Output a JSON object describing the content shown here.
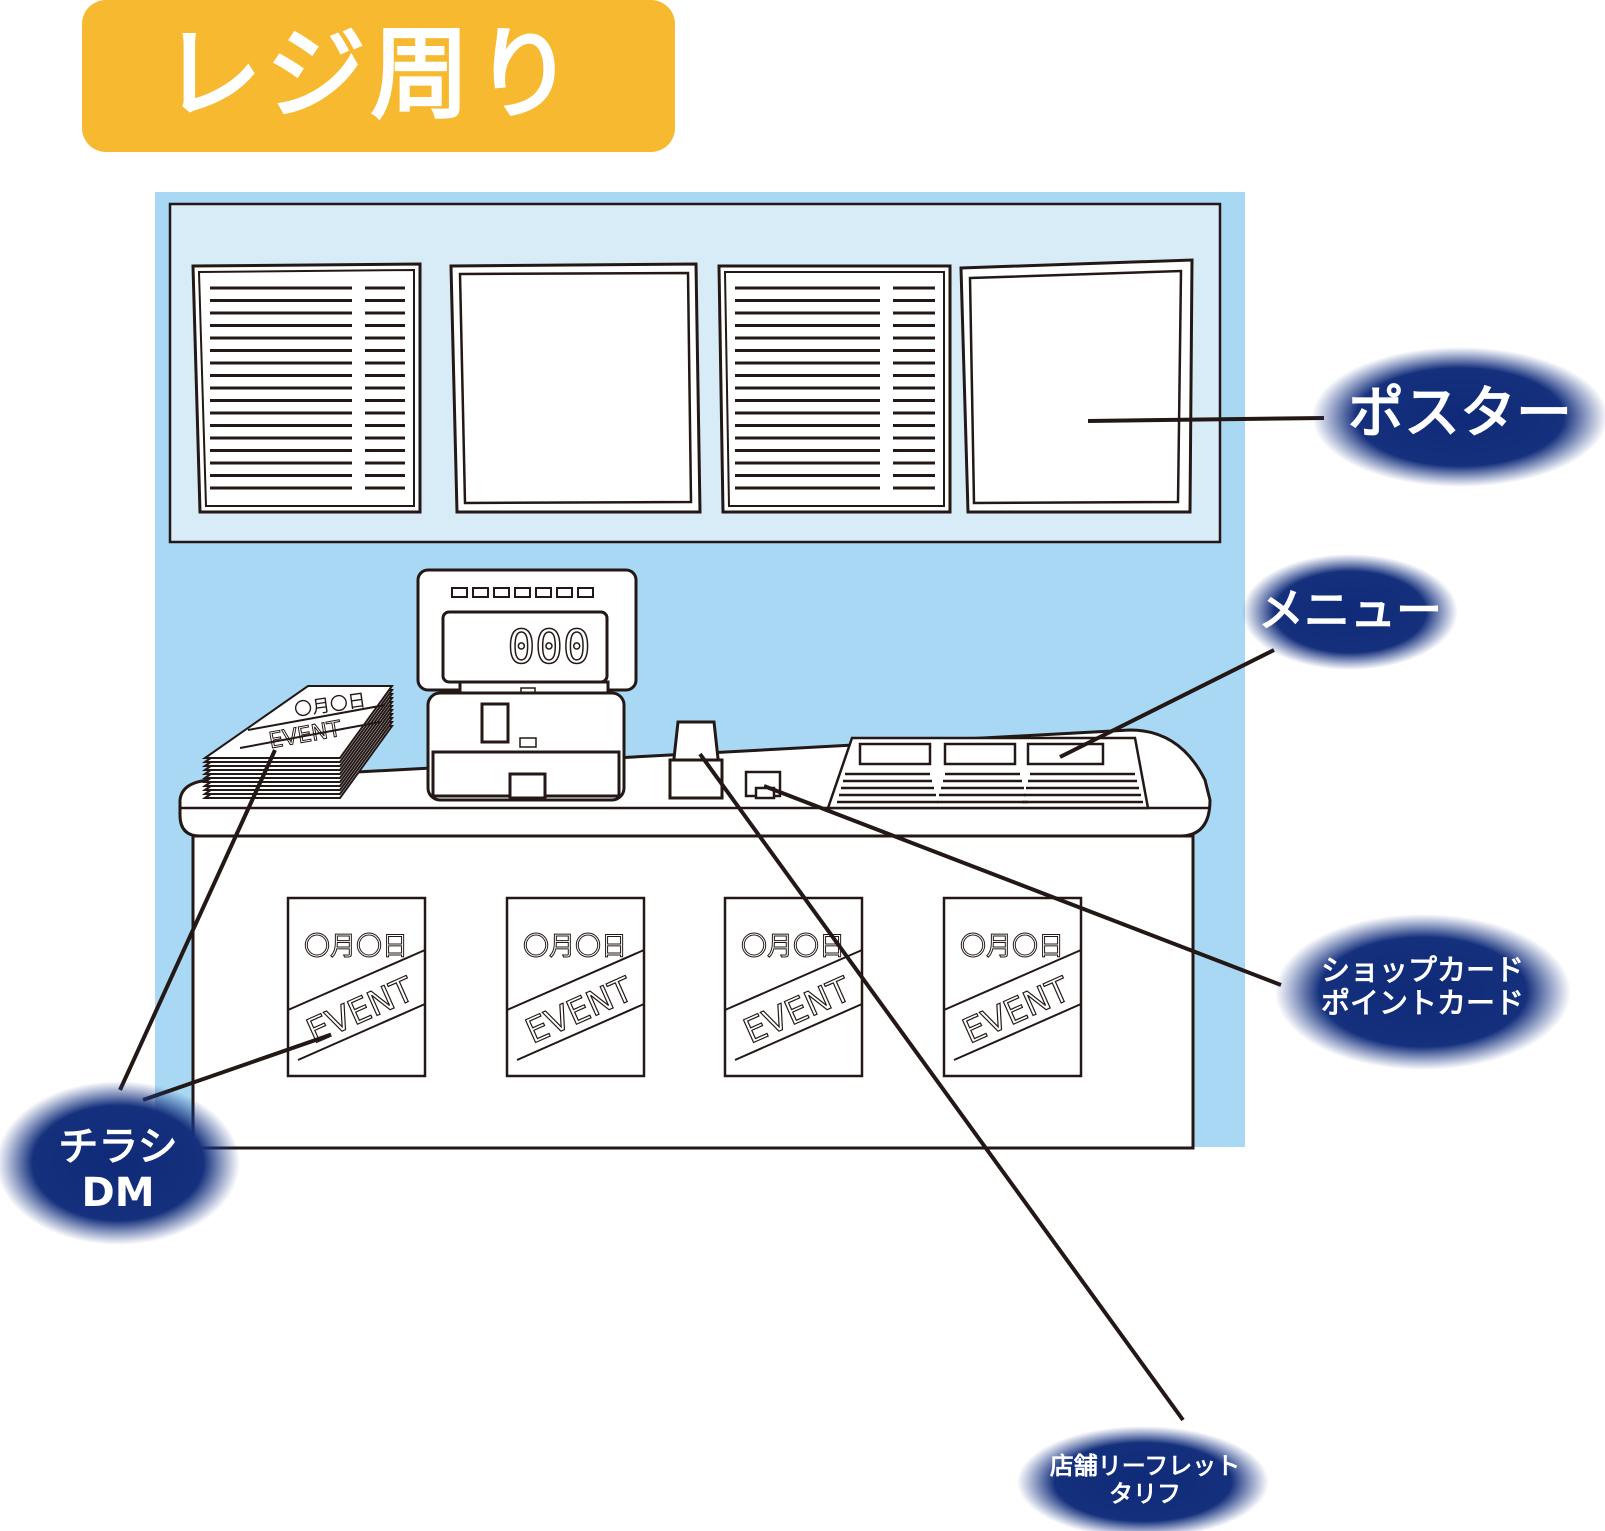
{
  "title": "レジ周り",
  "register_display": "000",
  "event_date": "〇月〇日",
  "event_word": "EVENT",
  "callouts": {
    "poster": "ポスター",
    "menu": "メニュー",
    "card_line1": "ショップカード",
    "card_line2": "ポイントカード",
    "flyer_line1": "チラシ",
    "flyer_line2": "DM",
    "leaflet_line1": "店舗リーフレット",
    "leaflet_line2": "タリフ"
  },
  "colors": {
    "title_bg": "#f6b92f",
    "wall": "#a8d8f4",
    "wall_panel": "#d8ecf8",
    "bubble": "#102a75"
  }
}
